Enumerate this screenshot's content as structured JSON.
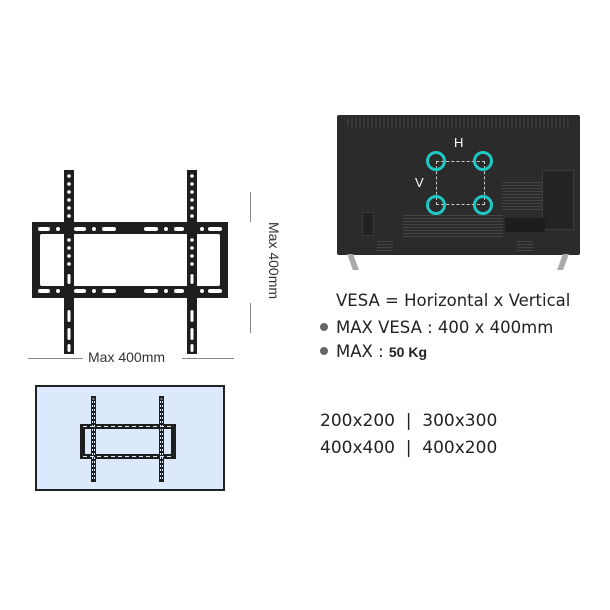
{
  "bracket_diagram": {
    "width_label": "Max 400mm",
    "height_label": "Max 400mm",
    "bracket_color": "#1e1e1e",
    "dimension_line_color": "#888888"
  },
  "tv_diagram": {
    "h_label": "H",
    "v_label": "V",
    "ring_color": "#1fc8c2",
    "body_color": "#2b2b2b"
  },
  "specs": {
    "vesa_formula": "VESA = Horizontal x Vertical",
    "max_vesa_label": "MAX VESA : 400 x 400mm",
    "max_load_label": "MAX  :",
    "max_load_value": "50 Kg"
  },
  "install_preview": {
    "background_color": "#dce8fb"
  },
  "vesa_sizes": {
    "row1": "200x200  |  300x300",
    "row2": "400x400  |  400x200"
  }
}
